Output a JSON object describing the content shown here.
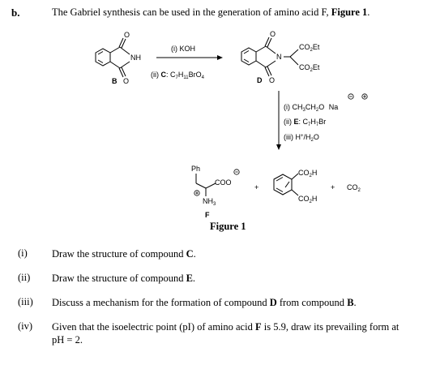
{
  "part_label": "b.",
  "intro": {
    "text": "The Gabriel synthesis can be used in the generation of amino acid F, ",
    "figure_ref": "Figure 1",
    "end": "."
  },
  "scheme": {
    "step1_reagent1": "(i) KOH",
    "step1_reagent2_prefix": "(ii) ",
    "step1_reagent2_label": "C",
    "step1_reagent2_formula": ": C7H11BrO4",
    "label_B": "B",
    "label_D": "D",
    "step2_reagent1": "(i) CH3CH2O⁻ Na⁺",
    "step2_reagent2_prefix": "(ii) ",
    "step2_reagent2_label": "E",
    "step2_reagent2_formula": ": C7H7Br",
    "step2_reagent3": "(iii) H+/H2O",
    "phthalimide_nh": "NH",
    "ester1": "CO2Et",
    "ester2": "CO2Et",
    "product_ph": "Ph",
    "product_coo": "COO",
    "product_nh3": "NH3",
    "label_F": "F",
    "diacid_top": "CO2H",
    "diacid_bottom": "CO2H",
    "byproduct": "CO2",
    "plus": "+",
    "figure_caption": "Figure 1"
  },
  "questions": [
    {
      "num": "(i)",
      "text_pre": "Draw the structure of compound ",
      "bold": "C",
      "text_post": "."
    },
    {
      "num": "(ii)",
      "text_pre": "Draw the structure of compound ",
      "bold": "E",
      "text_post": "."
    },
    {
      "num": "(iii)",
      "text_pre": "Discuss a mechanism for the formation of compound ",
      "bold": "D",
      "text_mid": " from compound ",
      "bold2": "B",
      "text_post": "."
    },
    {
      "num": "(iv)",
      "text_pre": "Given that the isoelectric point (pI) of amino acid ",
      "bold": "F",
      "text_post": " is 5.9, draw its prevailing form at pH = 2."
    }
  ]
}
